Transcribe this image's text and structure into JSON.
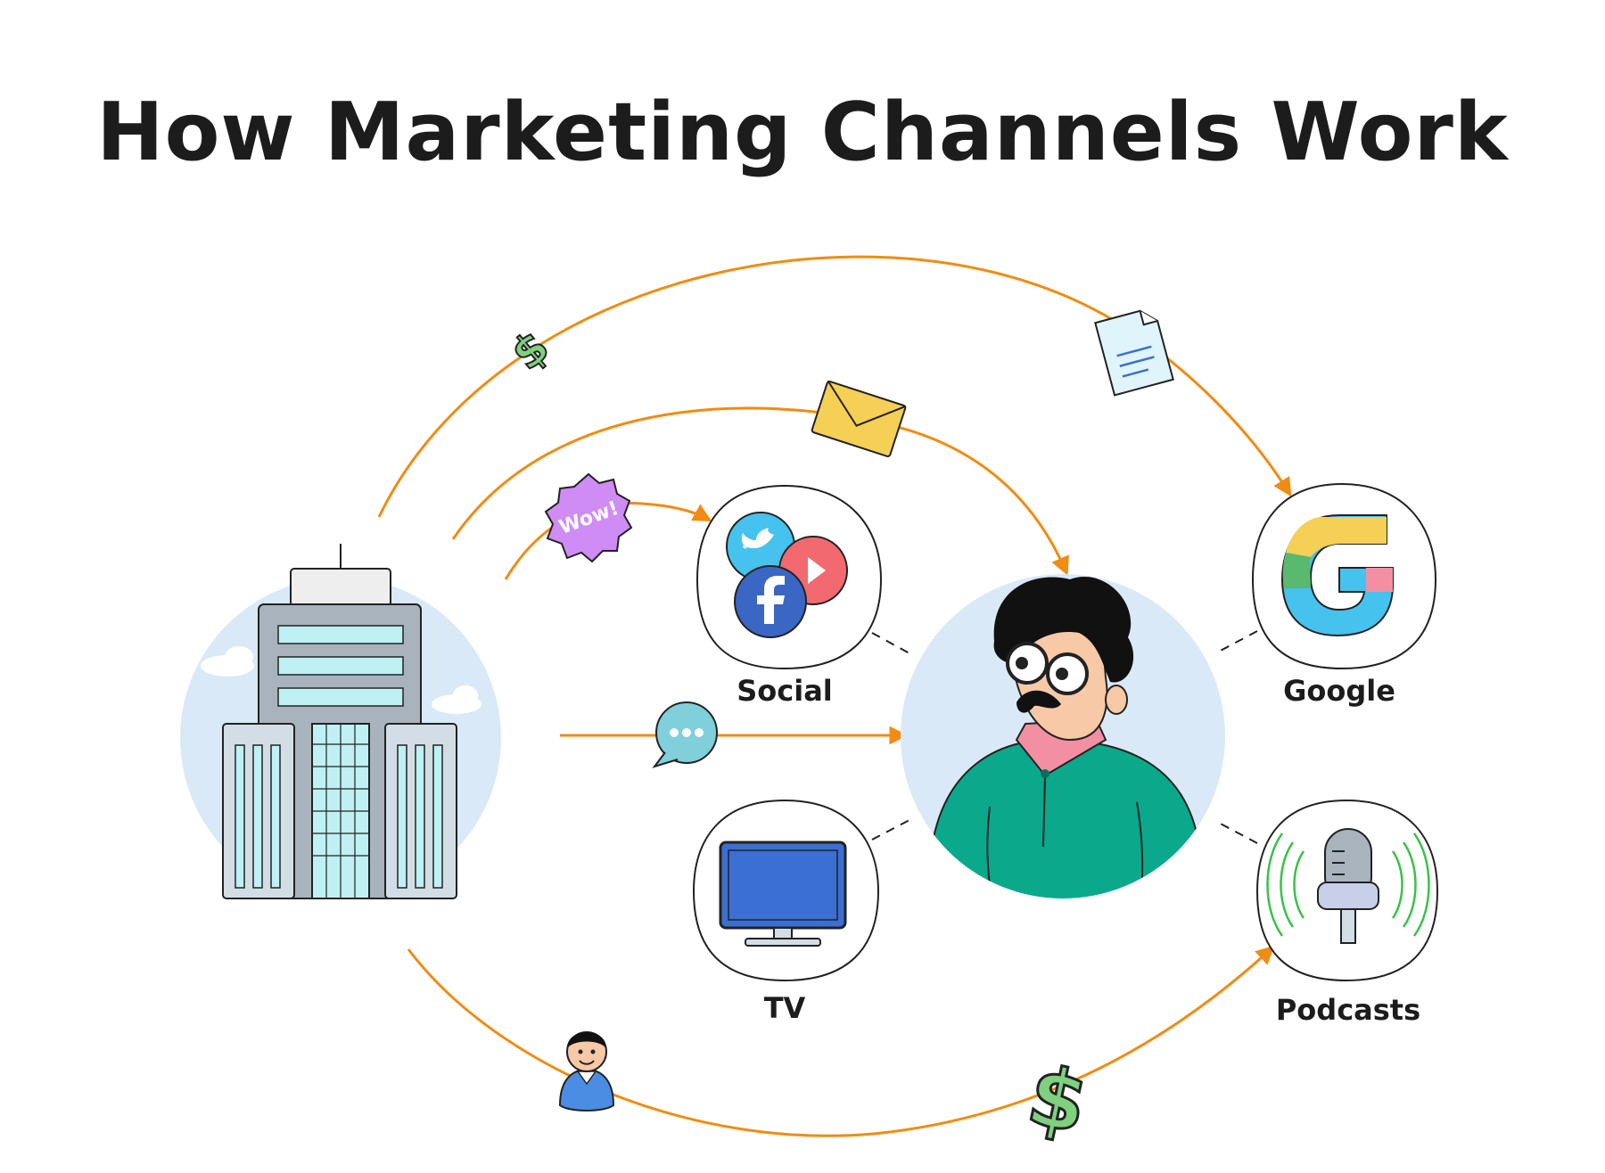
{
  "title": "How Marketing Channels Work",
  "channels": {
    "social": {
      "label": "Social",
      "icon": "social-media-icons"
    },
    "tv": {
      "label": "TV",
      "icon": "tv-icon"
    },
    "google": {
      "label": "Google",
      "icon": "google-icon"
    },
    "podcasts": {
      "label": "Podcasts",
      "icon": "microphone-icon"
    }
  },
  "badge_text": "Wow!",
  "company": {
    "icon": "office-building-icon"
  },
  "customer": {
    "icon": "customer-person-icon"
  },
  "colors": {
    "arrow": "#f08c12",
    "circle_bg": "#d9e9f7",
    "money": "#7fd17d",
    "badge": "#cf8cf5",
    "envelope": "#f6cf55",
    "chat": "#7fd0db",
    "tv_screen": "#3b6fd1",
    "shirt": "#0aa98c"
  }
}
